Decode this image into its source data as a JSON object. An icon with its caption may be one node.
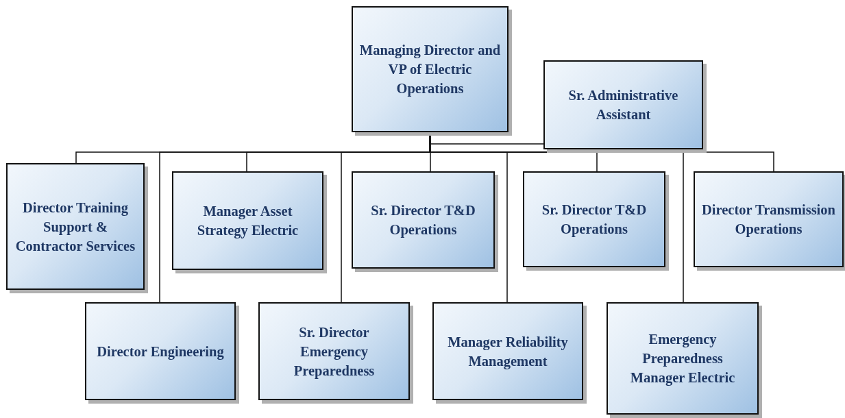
{
  "diagram": {
    "nodes": [
      {
        "text": [
          "Managing Director and VP of Electric Operations"
        ]
      },
      {
        "text": [
          "Sr. Administrative Assistant"
        ]
      },
      {
        "text": [
          "Director Training Support & Contractor Services"
        ]
      },
      {
        "text": [
          "Manager Asset Strategy Electric"
        ]
      },
      {
        "text": [
          "Sr. Director T&D Operations"
        ]
      },
      {
        "text": [
          "Sr. Director T&D Operations"
        ]
      },
      {
        "text": [
          "Director Transmission Operations"
        ]
      },
      {
        "text": [
          "Director Engineering"
        ]
      },
      {
        "text": [
          "Sr. Director Emergency Preparedness"
        ]
      },
      {
        "text": [
          "Manager Reliability Management"
        ]
      },
      {
        "text": [
          "Emergency Preparedness Manager Electric"
        ]
      }
    ],
    "edges": [
      {
        "from": 0,
        "to": 1,
        "arrow": "none"
      },
      {
        "from": 0,
        "to": 2,
        "arrow": "none"
      },
      {
        "from": 0,
        "to": 3,
        "arrow": "none"
      },
      {
        "from": 0,
        "to": 4,
        "arrow": "none"
      },
      {
        "from": 0,
        "to": 5,
        "arrow": "none"
      },
      {
        "from": 0,
        "to": 6,
        "arrow": "none"
      },
      {
        "from": 0,
        "to": 7,
        "arrow": "none"
      },
      {
        "from": 0,
        "to": 8,
        "arrow": "none"
      },
      {
        "from": 0,
        "to": 9,
        "arrow": "none"
      },
      {
        "from": 0,
        "to": 10,
        "arrow": "none"
      }
    ]
  }
}
